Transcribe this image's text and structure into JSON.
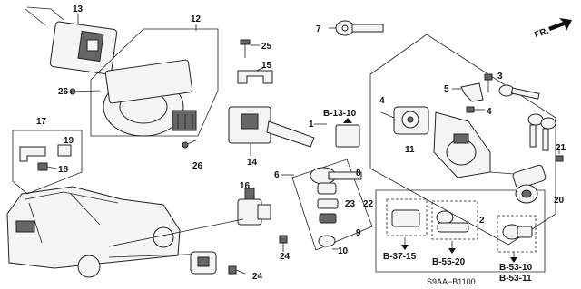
{
  "diagram": {
    "code": "S9AA−B1100",
    "front_marker": "FR.",
    "callouts": [
      "13",
      "12",
      "25",
      "15",
      "26",
      "7",
      "3",
      "5",
      "4",
      "4",
      "1",
      "11",
      "17",
      "19",
      "18",
      "26",
      "14",
      "2",
      "21",
      "20",
      "6",
      "8",
      "16",
      "23",
      "22",
      "9",
      "10",
      "24",
      "24"
    ],
    "references": [
      "B-13-10",
      "B-37-15",
      "B-55-20",
      "B-53-10",
      "B-53-11"
    ]
  }
}
